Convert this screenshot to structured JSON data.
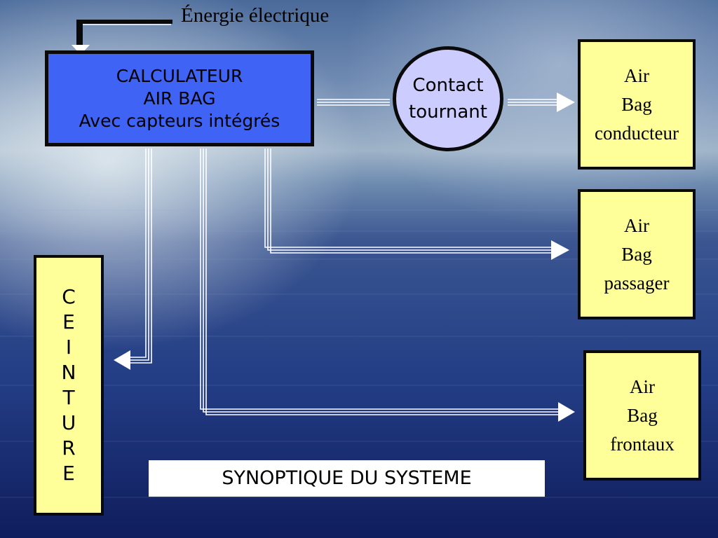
{
  "diagram": {
    "energy_label": "Énergie électrique",
    "calculator": {
      "line1": "CALCULATEUR",
      "line2": "AIR BAG",
      "line3": "Avec capteurs intégrés"
    },
    "contact": {
      "line1": "Contact",
      "line2": "tournant"
    },
    "airbags": [
      {
        "line1": "Air",
        "line2": "Bag",
        "line3": "conducteur"
      },
      {
        "line1": "Air",
        "line2": "Bag",
        "line3": "passager"
      },
      {
        "line1": "Air",
        "line2": "Bag",
        "line3": "frontaux"
      }
    ],
    "ceinture_letters": [
      "C",
      "E",
      "I",
      "N",
      "T",
      "U",
      "R",
      "E"
    ],
    "synoptique_title": "SYNOPTIQUE DU SYSTEME"
  },
  "colors": {
    "calculator_fill": "#3f63f4",
    "contact_fill": "#ccccff",
    "airbag_fill": "#ffff99",
    "wire_color": "#ffffff",
    "sky_top": "#5d7da6",
    "sea_bottom": "#0c1a5a"
  }
}
